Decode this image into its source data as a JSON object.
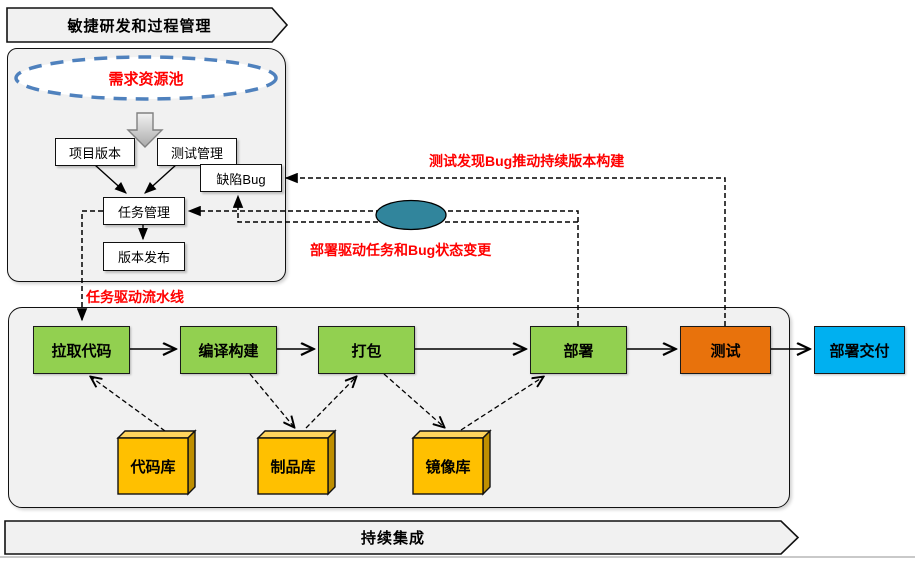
{
  "colors": {
    "panel_gray": "#f1f1f1",
    "stage_green": "#92d050",
    "stage_orange": "#e8720c",
    "delivery_blue": "#00b0f0",
    "repo_yellow": "#ffc000",
    "repo_top": "#ffd45e",
    "repo_side": "#bf8f00",
    "teal_ellipse": "#31859c",
    "pool_ellipse_blue": "#4f81bd",
    "annotation_red": "#ff0000"
  },
  "banners": {
    "top": "敏捷研发和过程管理",
    "bottom": "持续集成"
  },
  "agile_panel": {
    "pool_label": "需求资源池",
    "nodes": {
      "project_version": "项目版本",
      "test_management": "测试管理",
      "defect_bug": "缺陷Bug",
      "task_management": "任务管理",
      "version_release": "版本发布"
    }
  },
  "annotations": {
    "task_pipeline": "任务驱动流水线",
    "deploy_status": "部署驱动任务和Bug状态变更",
    "test_bug": "测试发现Bug推动持续版本构建"
  },
  "pipeline": {
    "stages": [
      {
        "label": "拉取代码",
        "color": "#92d050"
      },
      {
        "label": "编译构建",
        "color": "#92d050"
      },
      {
        "label": "打包",
        "color": "#92d050"
      },
      {
        "label": "部署",
        "color": "#92d050"
      },
      {
        "label": "测试",
        "color": "#e8720c"
      },
      {
        "label": "部署交付",
        "color": "#00b0f0"
      }
    ]
  },
  "repos": [
    {
      "label": "代码库"
    },
    {
      "label": "制品库"
    },
    {
      "label": "镜像库"
    }
  ]
}
